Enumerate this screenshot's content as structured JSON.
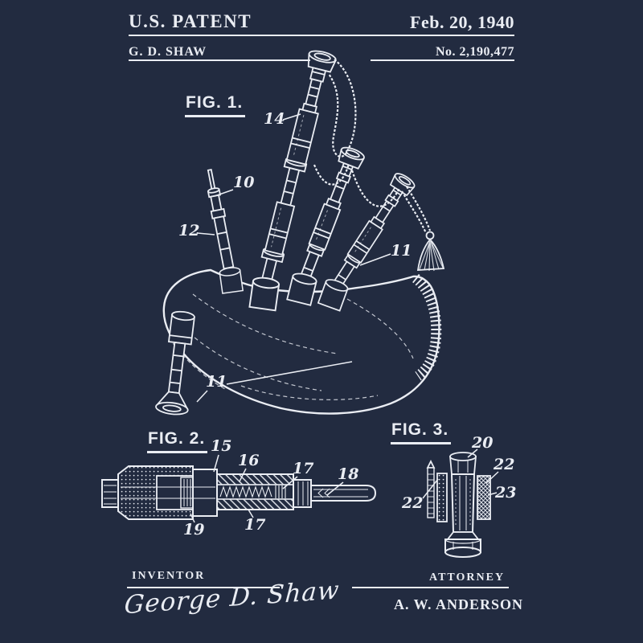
{
  "colors": {
    "background": "#222b40",
    "ink": "#eaedf3"
  },
  "header": {
    "title": "U.S. PATENT",
    "date": "Feb. 20, 1940",
    "applicant": "G. D. SHAW",
    "patent_number": "No. 2,190,477"
  },
  "figures": {
    "fig1": {
      "caption": "FIG. 1.",
      "subject": "bagpipe-overview",
      "part_labels": [
        {
          "text": "14"
        },
        {
          "text": "10"
        },
        {
          "text": "12"
        },
        {
          "text": "11"
        },
        {
          "text": "11"
        }
      ]
    },
    "fig2": {
      "caption": "FIG. 2.",
      "subject": "blowpipe-valve-cross-section",
      "part_labels": [
        {
          "text": "15"
        },
        {
          "text": "16"
        },
        {
          "text": "17"
        },
        {
          "text": "18"
        },
        {
          "text": "19"
        },
        {
          "text": "17"
        }
      ]
    },
    "fig3": {
      "caption": "FIG. 3.",
      "subject": "valve-body",
      "part_labels": [
        {
          "text": "20"
        },
        {
          "text": "22"
        },
        {
          "text": "23"
        },
        {
          "text": "22"
        }
      ]
    }
  },
  "footer": {
    "inventor_heading": "INVENTOR",
    "inventor_signature": "George D. Shaw",
    "attorney_heading": "ATTORNEY",
    "attorney_name": "A. W. ANDERSON"
  }
}
